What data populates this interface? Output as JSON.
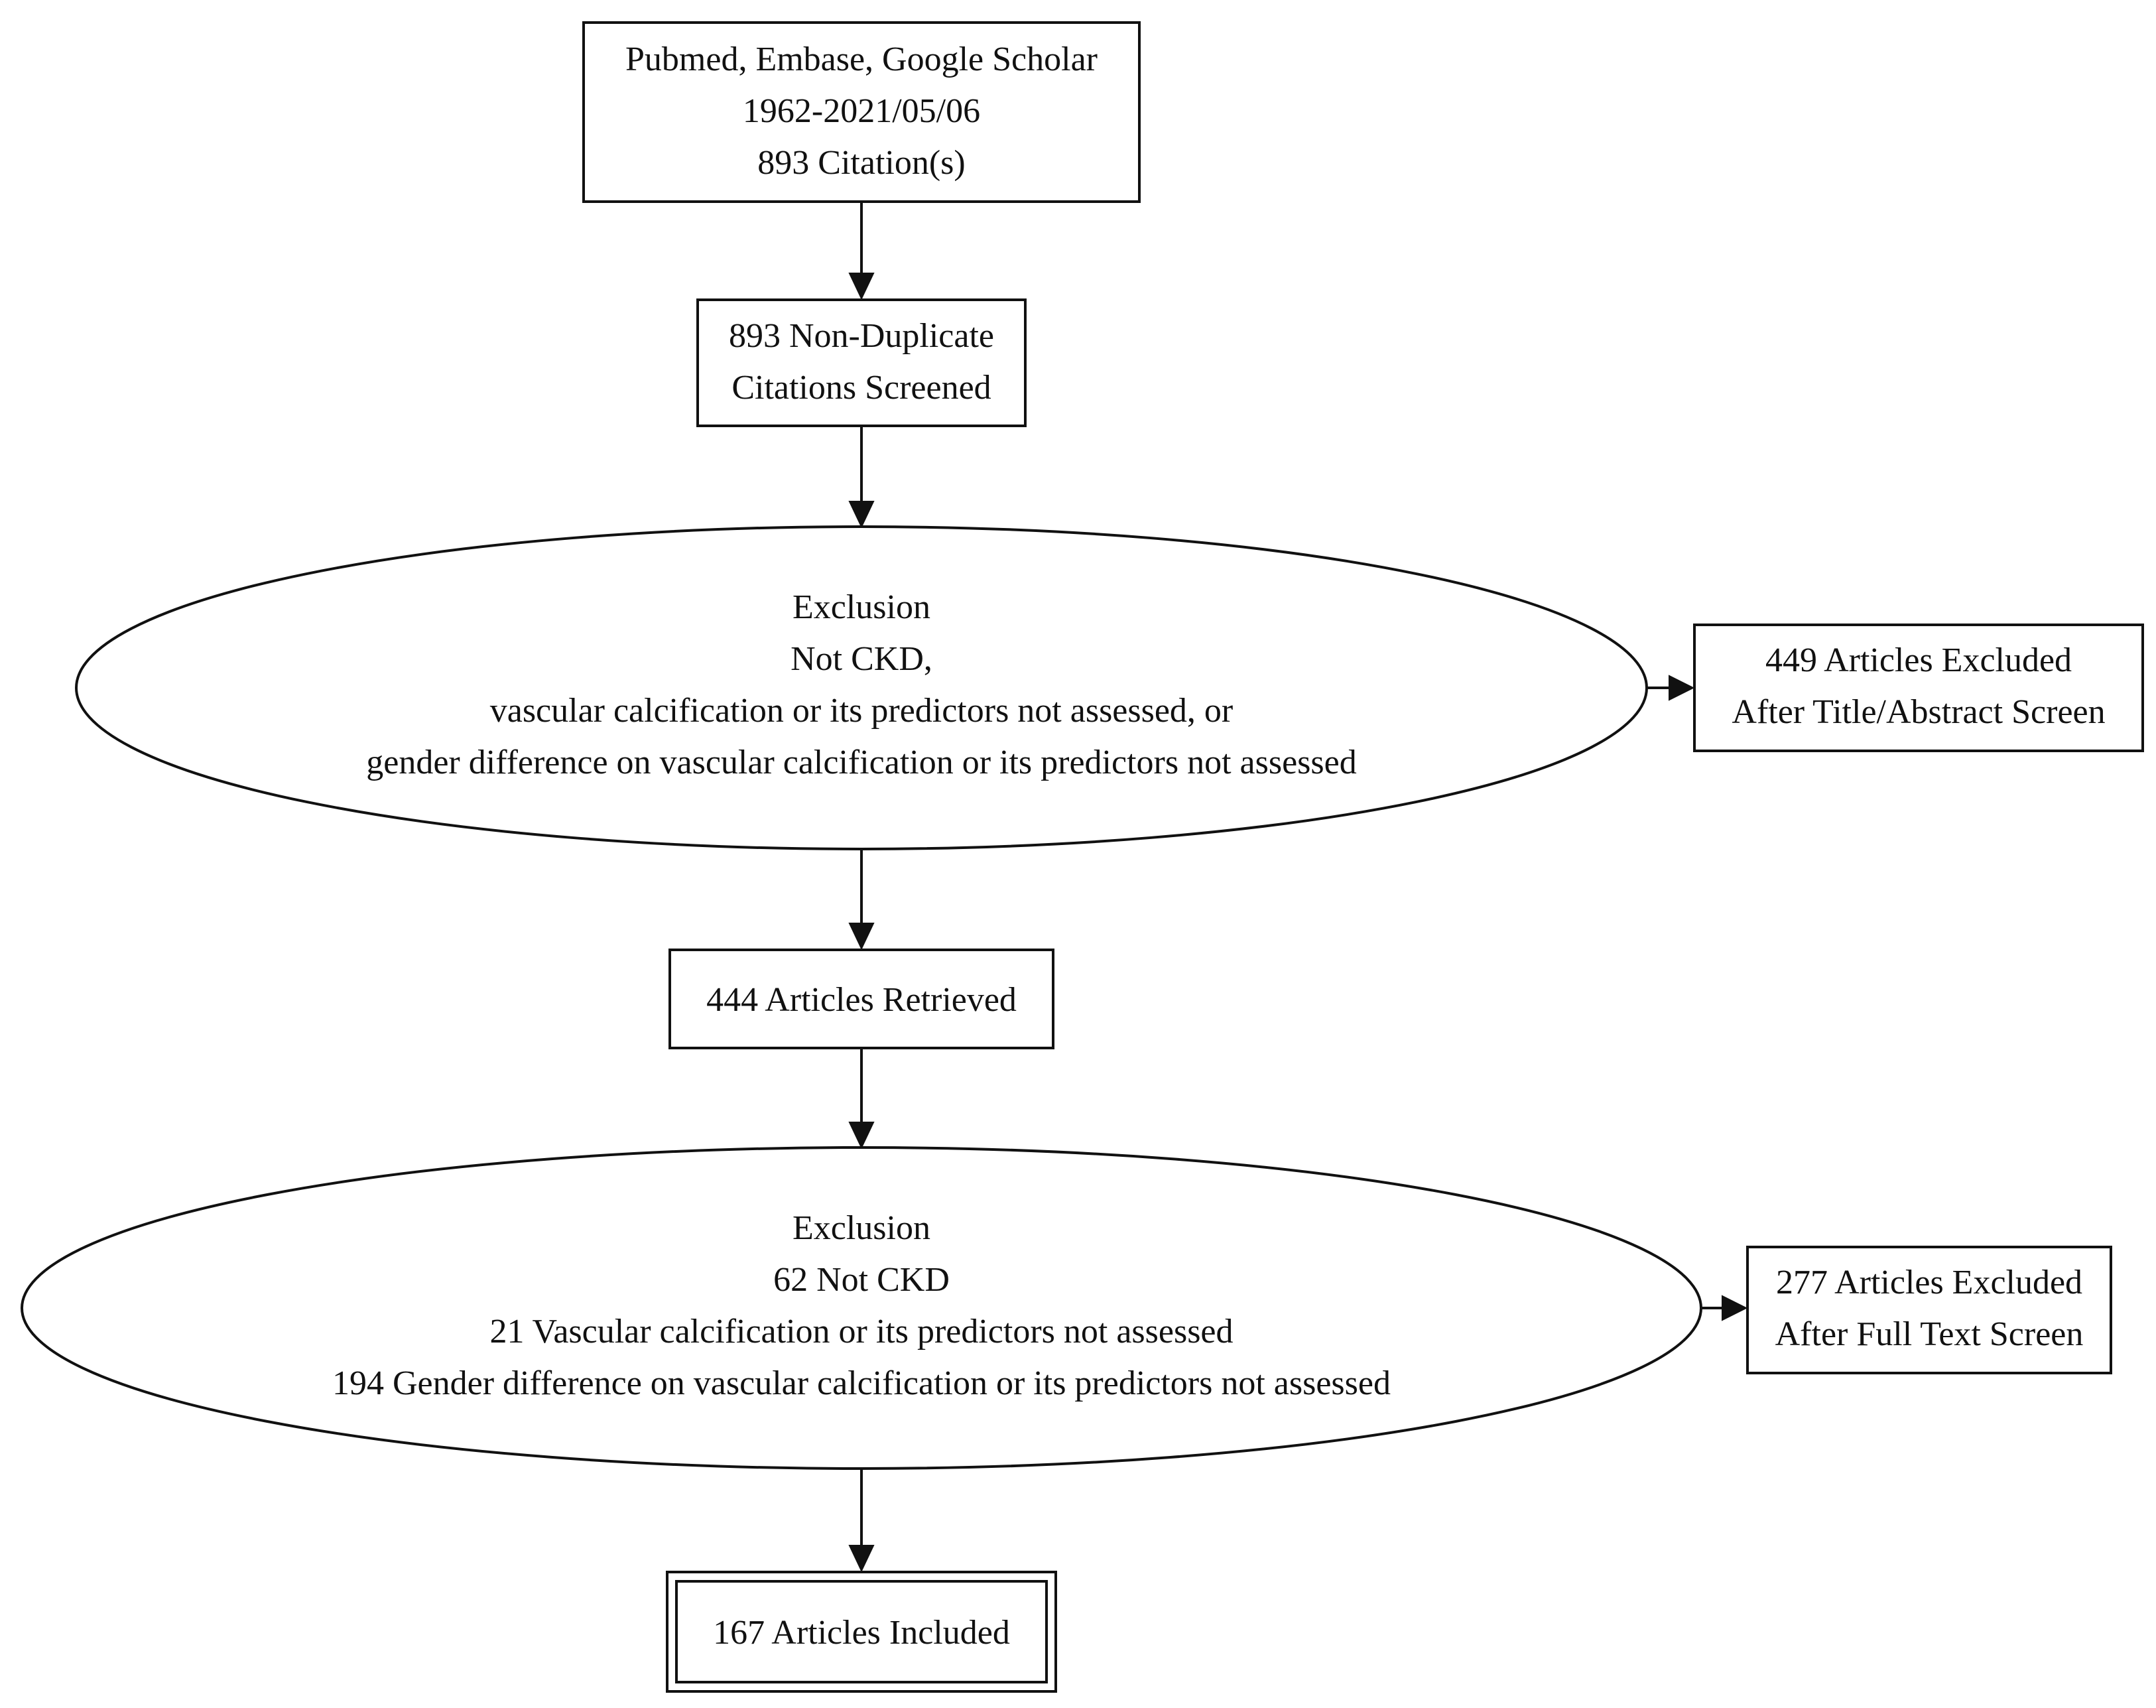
{
  "flowchart": {
    "source": {
      "line1": "Pubmed, Embase, Google Scholar",
      "line2": "1962-2021/05/06",
      "line3": "893 Citation(s)"
    },
    "screened": {
      "line1": "893 Non-Duplicate",
      "line2": "Citations Screened"
    },
    "exclusion1": {
      "line1": "Exclusion",
      "line2": "Not CKD,",
      "line3": "vascular calcification or its predictors not assessed, or",
      "line4": "gender difference on vascular calcification or its predictors not assessed"
    },
    "excluded1": {
      "line1": "449 Articles Excluded",
      "line2": "After Title/Abstract Screen"
    },
    "retrieved": {
      "line1": "444 Articles Retrieved"
    },
    "exclusion2": {
      "line1": "Exclusion",
      "line2": "62 Not CKD",
      "line3": "21 Vascular calcification or its predictors not assessed",
      "line4": "194 Gender difference on vascular calcification or its predictors not assessed"
    },
    "excluded2": {
      "line1": "277 Articles Excluded",
      "line2": "After Full Text Screen"
    },
    "included": {
      "line1": "167 Articles Included"
    }
  }
}
